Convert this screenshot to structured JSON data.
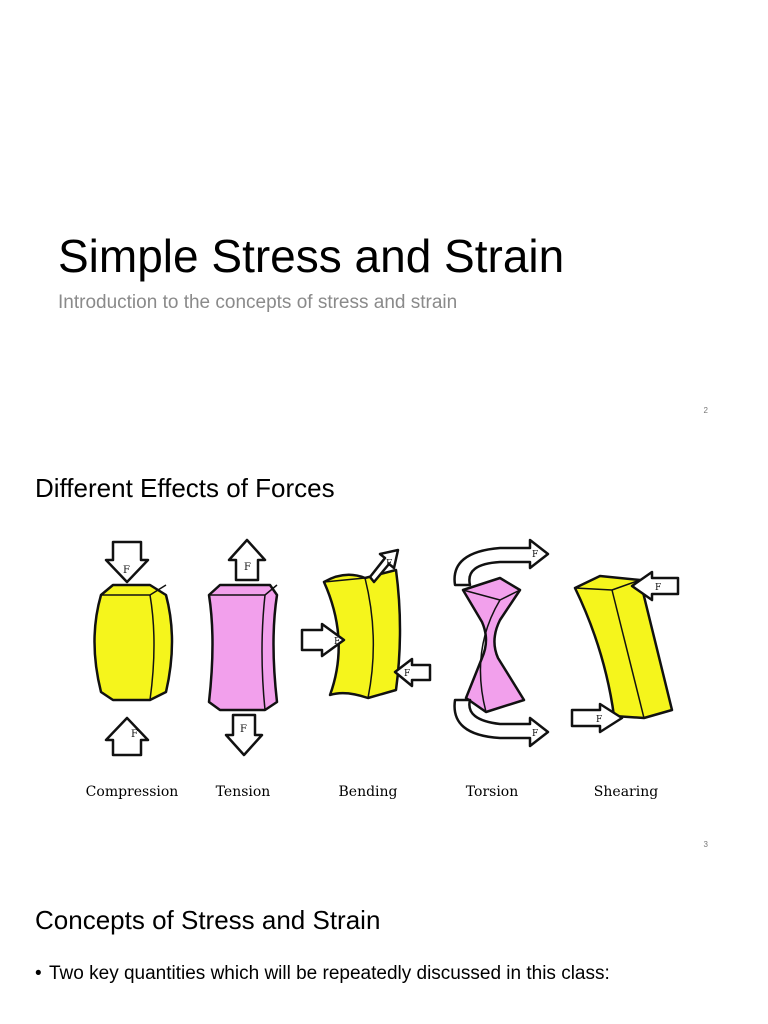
{
  "slides": [
    {
      "title": "Simple Stress and Strain",
      "subtitle": "Introduction to the concepts of stress and strain",
      "page_number": "2"
    },
    {
      "heading": "Different Effects of Forces",
      "force_label": "F",
      "figure_captions": [
        "Compression",
        "Tension",
        "Bending",
        "Torsion",
        "Shearing"
      ],
      "colors": {
        "yellow": "#f5f51c",
        "pink": "#f2a0ec",
        "outline": "#111111"
      },
      "page_number": "3"
    },
    {
      "heading": "Concepts of Stress and Strain",
      "bullets": [
        "Two key quantities which will be repeatedly discussed in this class:"
      ]
    }
  ]
}
